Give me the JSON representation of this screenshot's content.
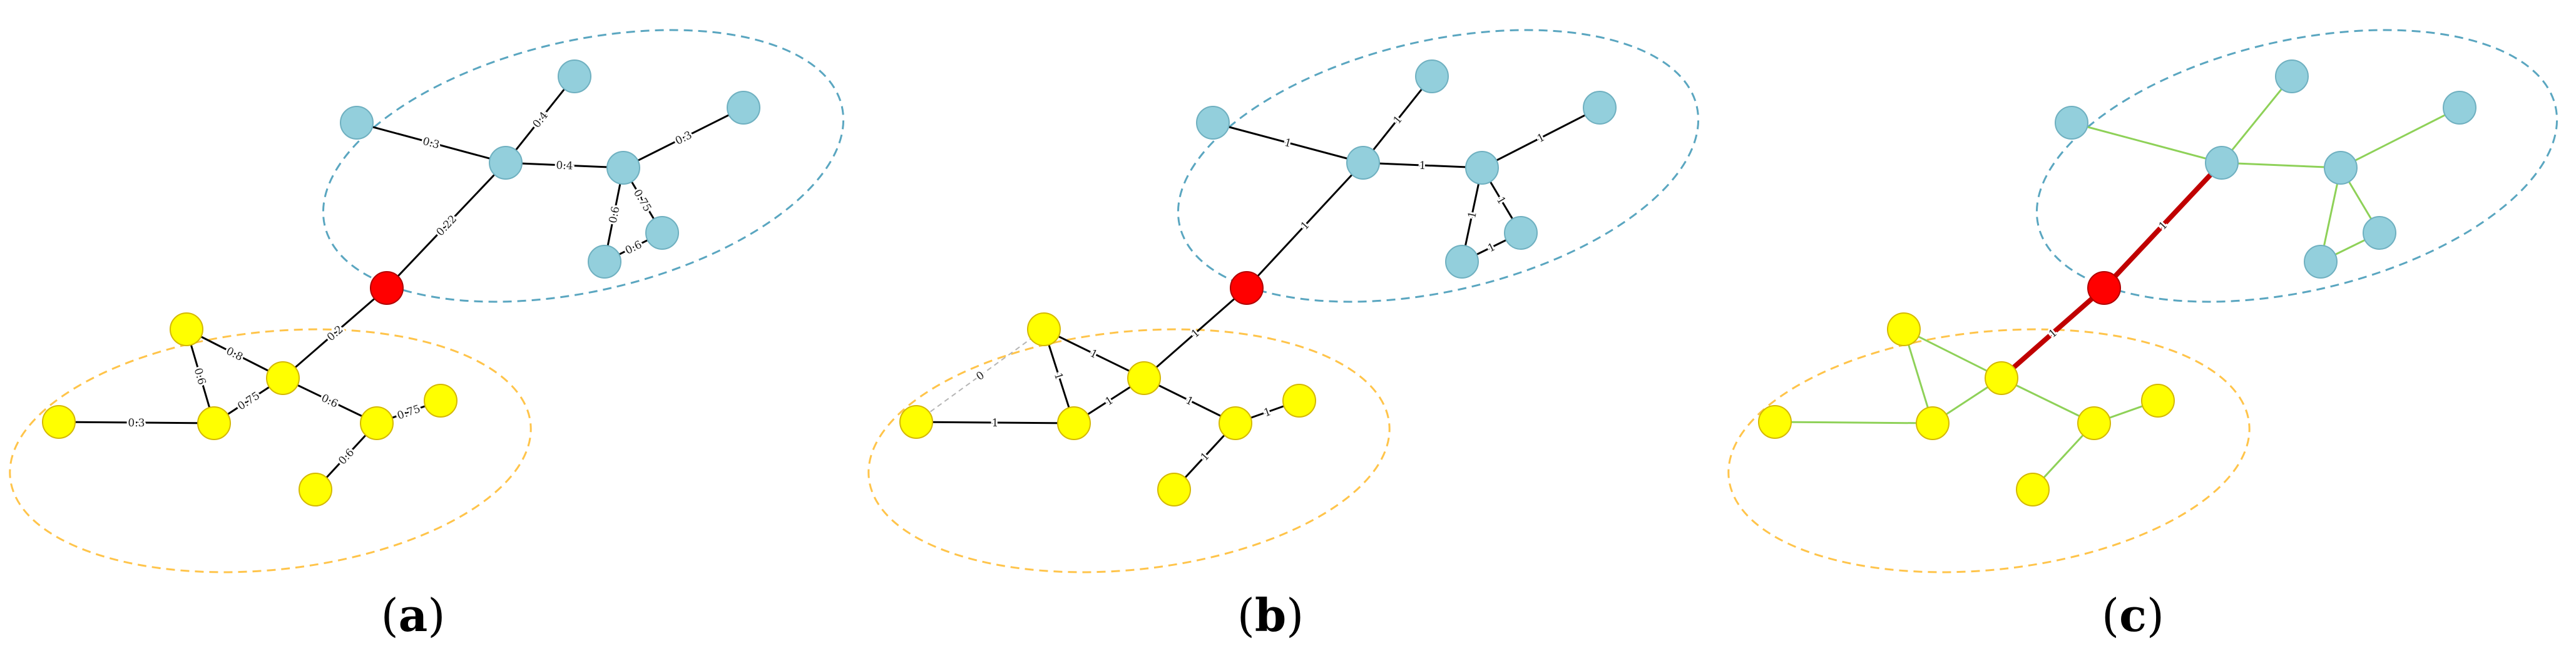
{
  "colors": {
    "hub": "#ff0000",
    "blue_node": "#93cfdc",
    "blue_stroke": "#6fb0c0",
    "yellow_node": "#ffff00",
    "yellow_stroke": "#d4b800",
    "blue_ellipse": "#5aa6c0",
    "yellow_ellipse": "#ffc44a",
    "edge": "#000000",
    "dashed_edge": "#b5b5b5",
    "tree_edge": "#8ed158",
    "highlight_edge": "#c00000"
  },
  "panels": [
    {
      "id": "a",
      "label_parts": [
        "(",
        "a",
        ")"
      ],
      "edges": [
        {
          "from": "h",
          "to": "b1",
          "label": "0.22"
        },
        {
          "from": "b1",
          "to": "b0",
          "label": "0.3"
        },
        {
          "from": "b1",
          "to": "b2",
          "label": "0.4"
        },
        {
          "from": "b1",
          "to": "b3",
          "label": "0.4"
        },
        {
          "from": "b3",
          "to": "b4",
          "label": "0.3"
        },
        {
          "from": "b3",
          "to": "b5",
          "label": "0.75"
        },
        {
          "from": "b3",
          "to": "b6",
          "label": "0.6"
        },
        {
          "from": "b6",
          "to": "b5",
          "label": "0.6"
        },
        {
          "from": "h",
          "to": "y2",
          "label": "0.2"
        },
        {
          "from": "y1",
          "to": "y2",
          "label": "0.8"
        },
        {
          "from": "y1",
          "to": "y3",
          "label": "0.6"
        },
        {
          "from": "y3",
          "to": "y2",
          "label": "0.75"
        },
        {
          "from": "y0",
          "to": "y3",
          "label": "0.3"
        },
        {
          "from": "y2",
          "to": "y4",
          "label": "0.6"
        },
        {
          "from": "y4",
          "to": "y5",
          "label": "0.75"
        },
        {
          "from": "y4",
          "to": "y6",
          "label": "0.6"
        }
      ]
    },
    {
      "id": "b",
      "label_parts": [
        "(",
        "b",
        ")"
      ],
      "edges": [
        {
          "from": "h",
          "to": "b1",
          "label": "1"
        },
        {
          "from": "b1",
          "to": "b0",
          "label": "1"
        },
        {
          "from": "b1",
          "to": "b2",
          "label": "1"
        },
        {
          "from": "b1",
          "to": "b3",
          "label": "1"
        },
        {
          "from": "b3",
          "to": "b4",
          "label": "1"
        },
        {
          "from": "b3",
          "to": "b5",
          "label": "1"
        },
        {
          "from": "b3",
          "to": "b6",
          "label": "1"
        },
        {
          "from": "b6",
          "to": "b5",
          "label": "1"
        },
        {
          "from": "h",
          "to": "y2",
          "label": "1"
        },
        {
          "from": "y1",
          "to": "y2",
          "label": "1"
        },
        {
          "from": "y1",
          "to": "y3",
          "label": "1"
        },
        {
          "from": "y3",
          "to": "y2",
          "label": "1"
        },
        {
          "from": "y0",
          "to": "y3",
          "label": "1"
        },
        {
          "from": "y0",
          "to": "y1",
          "label": "0",
          "style": "dashed"
        },
        {
          "from": "y2",
          "to": "y4",
          "label": "1"
        },
        {
          "from": "y4",
          "to": "y5",
          "label": "1"
        },
        {
          "from": "y4",
          "to": "y6",
          "label": "1"
        }
      ]
    },
    {
      "id": "c",
      "label_parts": [
        "(",
        "c",
        ")"
      ],
      "edges": [
        {
          "from": "h",
          "to": "b1",
          "label": "1",
          "style": "highlight"
        },
        {
          "from": "h",
          "to": "y2",
          "label": "1",
          "style": "highlight"
        },
        {
          "from": "b1",
          "to": "b0",
          "label": "",
          "style": "tree"
        },
        {
          "from": "b1",
          "to": "b2",
          "label": "",
          "style": "tree"
        },
        {
          "from": "b1",
          "to": "b3",
          "label": "",
          "style": "tree"
        },
        {
          "from": "b3",
          "to": "b4",
          "label": "",
          "style": "tree"
        },
        {
          "from": "b3",
          "to": "b5",
          "label": "",
          "style": "tree"
        },
        {
          "from": "b3",
          "to": "b6",
          "label": "",
          "style": "tree"
        },
        {
          "from": "b6",
          "to": "b5",
          "label": "",
          "style": "tree"
        },
        {
          "from": "y1",
          "to": "y2",
          "label": "",
          "style": "tree"
        },
        {
          "from": "y1",
          "to": "y3",
          "label": "",
          "style": "tree"
        },
        {
          "from": "y0",
          "to": "y3",
          "label": "",
          "style": "tree"
        },
        {
          "from": "y3",
          "to": "y2",
          "label": "",
          "style": "tree"
        },
        {
          "from": "y2",
          "to": "y4",
          "label": "",
          "style": "tree"
        },
        {
          "from": "y4",
          "to": "y5",
          "label": "",
          "style": "tree"
        },
        {
          "from": "y4",
          "to": "y6",
          "label": "",
          "style": "tree"
        }
      ]
    }
  ]
}
